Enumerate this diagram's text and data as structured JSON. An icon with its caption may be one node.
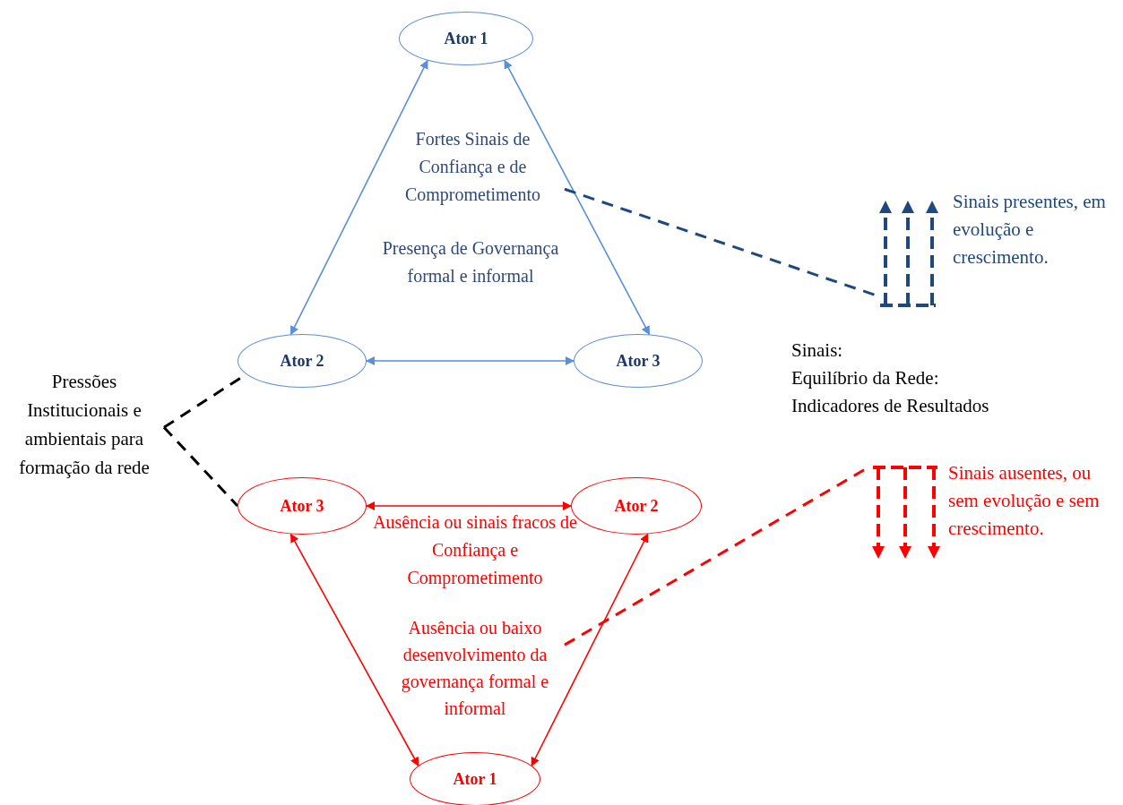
{
  "diagram": {
    "nodes": [
      {
        "text": [
          "Ator 1"
        ]
      },
      {
        "text": [
          "Ator 2"
        ]
      },
      {
        "text": [
          "Ator 3"
        ]
      },
      {
        "text": [
          "Ator 3"
        ]
      },
      {
        "text": [
          "Ator 2"
        ]
      },
      {
        "text": [
          "Ator 1"
        ]
      },
      {
        "text": [
          "Pressões Institucionais e ambientais para formação da rede"
        ]
      },
      {
        "text": [
          "Fortes Sinais de Confiança e de Comprometimento"
        ]
      },
      {
        "text": [],
        "shape": "arrows",
        "beside": [
          "Sinais presentes, em evolução e crescimento."
        ]
      },
      {
        "text": [
          "Ausência ou baixo desenvolvimento da governança formal e informal"
        ]
      },
      {
        "text": [],
        "shape": "arrows",
        "beside": [
          "Sinais ausentes, ou sem evolução e sem crescimento."
        ]
      }
    ],
    "edges": [
      {
        "from": 0,
        "to": 1,
        "arrow": "both",
        "color": "#5b8fd6"
      },
      {
        "from": 0,
        "to": 2,
        "arrow": "both",
        "color": "#5b8fd6"
      },
      {
        "from": 1,
        "to": 2,
        "arrow": "both",
        "color": "#5b8fd6"
      },
      {
        "from": 6,
        "to": 1,
        "arrow": "none",
        "style": "dashed",
        "color": "#000000"
      },
      {
        "from": 6,
        "to": 3,
        "arrow": "none",
        "style": "dashed",
        "color": "#000000"
      },
      {
        "from": 3,
        "to": 4,
        "arrow": "both",
        "color": "#ff0000"
      },
      {
        "from": 3,
        "to": 5,
        "arrow": "both",
        "color": "#ff0000"
      },
      {
        "from": 4,
        "to": 5,
        "arrow": "both",
        "color": "#ff0000"
      },
      {
        "from": 7,
        "to": 8,
        "arrow": "none",
        "style": "dashed",
        "color": "#1f497d"
      },
      {
        "from": 9,
        "to": 10,
        "arrow": "none",
        "style": "dashed",
        "color": "#ff0000"
      }
    ],
    "labels": [
      "Presença de Governança formal e informal",
      "Sinais:",
      "Equilíbrio da Rede:",
      "Indicadores de Resultados",
      "Ausência ou sinais fracos de Confiança e Comprometimento"
    ]
  }
}
